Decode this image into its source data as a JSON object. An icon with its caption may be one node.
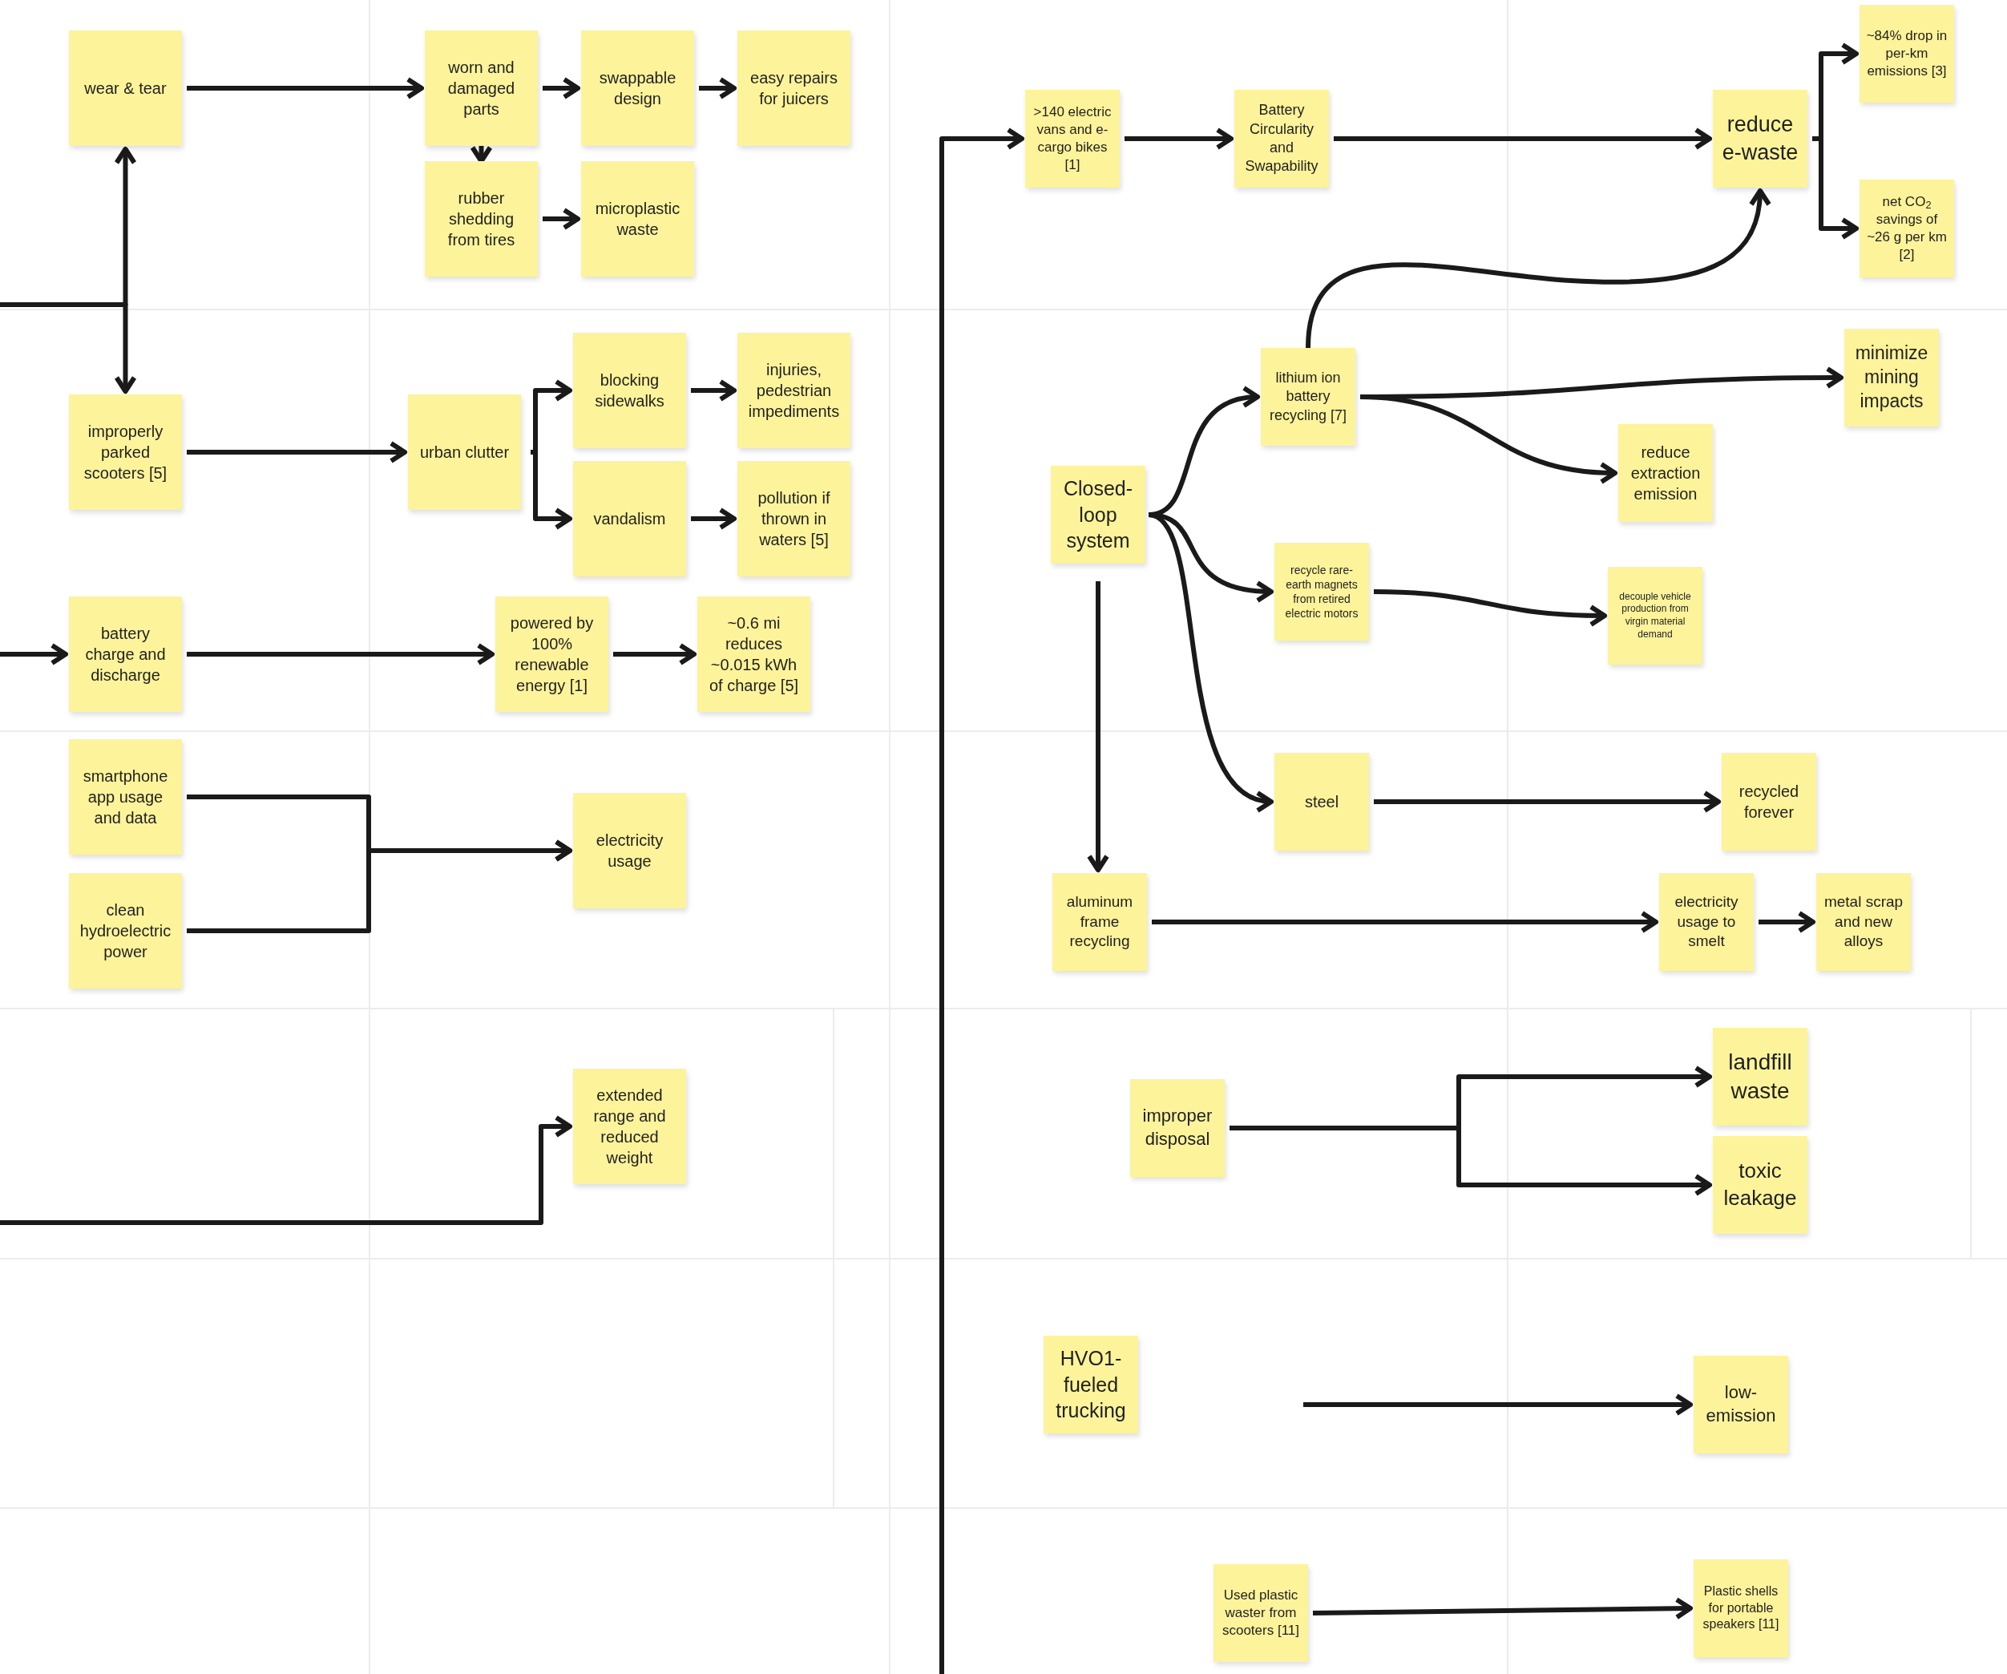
{
  "diagram": {
    "nodes": [
      {
        "text": [
          "wear & tear"
        ]
      },
      {
        "text": [
          "worn and damaged parts"
        ]
      },
      {
        "text": [
          "swappable design"
        ]
      },
      {
        "text": [
          "easy repairs for juicers"
        ]
      },
      {
        "text": [
          "rubber shedding from tires"
        ]
      },
      {
        "text": [
          "microplastic waste"
        ]
      },
      {
        "text": [
          "improperly parked scooters [5]"
        ]
      },
      {
        "text": [
          "urban clutter"
        ]
      },
      {
        "text": [
          "blocking sidewalks"
        ]
      },
      {
        "text": [
          "injuries, pedestrian impediments"
        ]
      },
      {
        "text": [
          "vandalism"
        ]
      },
      {
        "text": [
          "pollution if thrown in waters [5]"
        ]
      },
      {
        "text": [
          "battery charge and discharge"
        ]
      },
      {
        "text": [
          "powered by 100% renewable energy [1]"
        ]
      },
      {
        "text": [
          "~0.6 mi reduces ~0.015 kWh of charge [5]"
        ]
      },
      {
        "text": [
          "smartphone app usage and data"
        ]
      },
      {
        "text": [
          "clean hydroelectric power"
        ]
      },
      {
        "text": [
          "electricity usage"
        ]
      },
      {
        "text": [
          "extended range and reduced weight"
        ]
      },
      {
        "text": [
          ">140 electric vans and e-cargo bikes [1]"
        ]
      },
      {
        "text": [
          "Battery Circularity and Swapability"
        ]
      },
      {
        "text": [
          "reduce e-waste"
        ]
      },
      {
        "text": [
          "~84% drop in per-km emissions [3]"
        ]
      },
      {
        "text": [
          "net CO$_{2}$ savings of ~26 g per km [2]"
        ]
      },
      {
        "text": [
          "lithium ion battery recycling [7]"
        ]
      },
      {
        "text": [
          "minimize mining impacts"
        ]
      },
      {
        "text": [
          "reduce extraction emission"
        ]
      },
      {
        "text": [
          "Closed-loop system"
        ]
      },
      {
        "text": [
          "recycle rare-earth magnets from retired electric motors"
        ]
      },
      {
        "text": [
          "decouple vehicle production from virgin material demand"
        ]
      },
      {
        "text": [
          "steel"
        ]
      },
      {
        "text": [
          "recycled forever"
        ]
      },
      {
        "text": [
          "aluminum frame recycling"
        ]
      },
      {
        "text": [
          "electricity usage to smelt"
        ]
      },
      {
        "text": [
          "metal scrap and new alloys"
        ]
      },
      {
        "text": [
          "improper disposal"
        ]
      },
      {
        "text": [
          "landfill waste"
        ]
      },
      {
        "text": [
          "toxic leakage"
        ]
      },
      {
        "text": [
          "HVO1-fueled trucking"
        ]
      },
      {
        "text": [
          "low-emission"
        ]
      },
      {
        "text": [
          "Used plastic waster from scooters [11]"
        ]
      },
      {
        "text": [
          "Plastic shells for portable speakers [11]"
        ]
      }
    ],
    "edges": [
      {
        "from": null,
        "to": 0,
        "arrow": "to"
      },
      {
        "from": null,
        "to": 6,
        "arrow": "to"
      },
      {
        "from": 0,
        "to": 1,
        "arrow": "to"
      },
      {
        "from": 1,
        "to": 2,
        "arrow": "to"
      },
      {
        "from": 2,
        "to": 3,
        "arrow": "to"
      },
      {
        "from": 1,
        "to": 4,
        "arrow": "to"
      },
      {
        "from": 4,
        "to": 5,
        "arrow": "to"
      },
      {
        "from": 6,
        "to": 7,
        "arrow": "to"
      },
      {
        "from": 7,
        "to": 8,
        "arrow": "to"
      },
      {
        "from": 7,
        "to": 10,
        "arrow": "to"
      },
      {
        "from": 8,
        "to": 9,
        "arrow": "to"
      },
      {
        "from": 10,
        "to": 11,
        "arrow": "to"
      },
      {
        "from": null,
        "to": 12,
        "arrow": "to"
      },
      {
        "from": 12,
        "to": 13,
        "arrow": "to"
      },
      {
        "from": 13,
        "to": 14,
        "arrow": "to"
      },
      {
        "from": 15,
        "to": 17,
        "arrow": "to"
      },
      {
        "from": 16,
        "to": 17,
        "arrow": "to"
      },
      {
        "from": null,
        "to": 18,
        "arrow": "to"
      },
      {
        "from": null,
        "to": 19,
        "arrow": "to"
      },
      {
        "from": 19,
        "to": 20,
        "arrow": "to"
      },
      {
        "from": 20,
        "to": 21,
        "arrow": "to"
      },
      {
        "from": 21,
        "to": 22,
        "arrow": "to"
      },
      {
        "from": 21,
        "to": 23,
        "arrow": "to"
      },
      {
        "from": 24,
        "to": 21,
        "arrow": "to"
      },
      {
        "from": 27,
        "to": 24,
        "arrow": "to"
      },
      {
        "from": 27,
        "to": 28,
        "arrow": "to"
      },
      {
        "from": 27,
        "to": 30,
        "arrow": "to"
      },
      {
        "from": 27,
        "to": 32,
        "arrow": "to"
      },
      {
        "from": 24,
        "to": 25,
        "arrow": "to"
      },
      {
        "from": 24,
        "to": 26,
        "arrow": "to"
      },
      {
        "from": 28,
        "to": 29,
        "arrow": "to"
      },
      {
        "from": 30,
        "to": 31,
        "arrow": "to"
      },
      {
        "from": 32,
        "to": 33,
        "arrow": "to"
      },
      {
        "from": 33,
        "to": 34,
        "arrow": "to"
      },
      {
        "from": 35,
        "to": 36,
        "arrow": "to"
      },
      {
        "from": 35,
        "to": 37,
        "arrow": "to"
      },
      {
        "from": null,
        "to": 39,
        "arrow": "to"
      },
      {
        "from": 40,
        "to": 41,
        "arrow": "to"
      }
    ]
  }
}
